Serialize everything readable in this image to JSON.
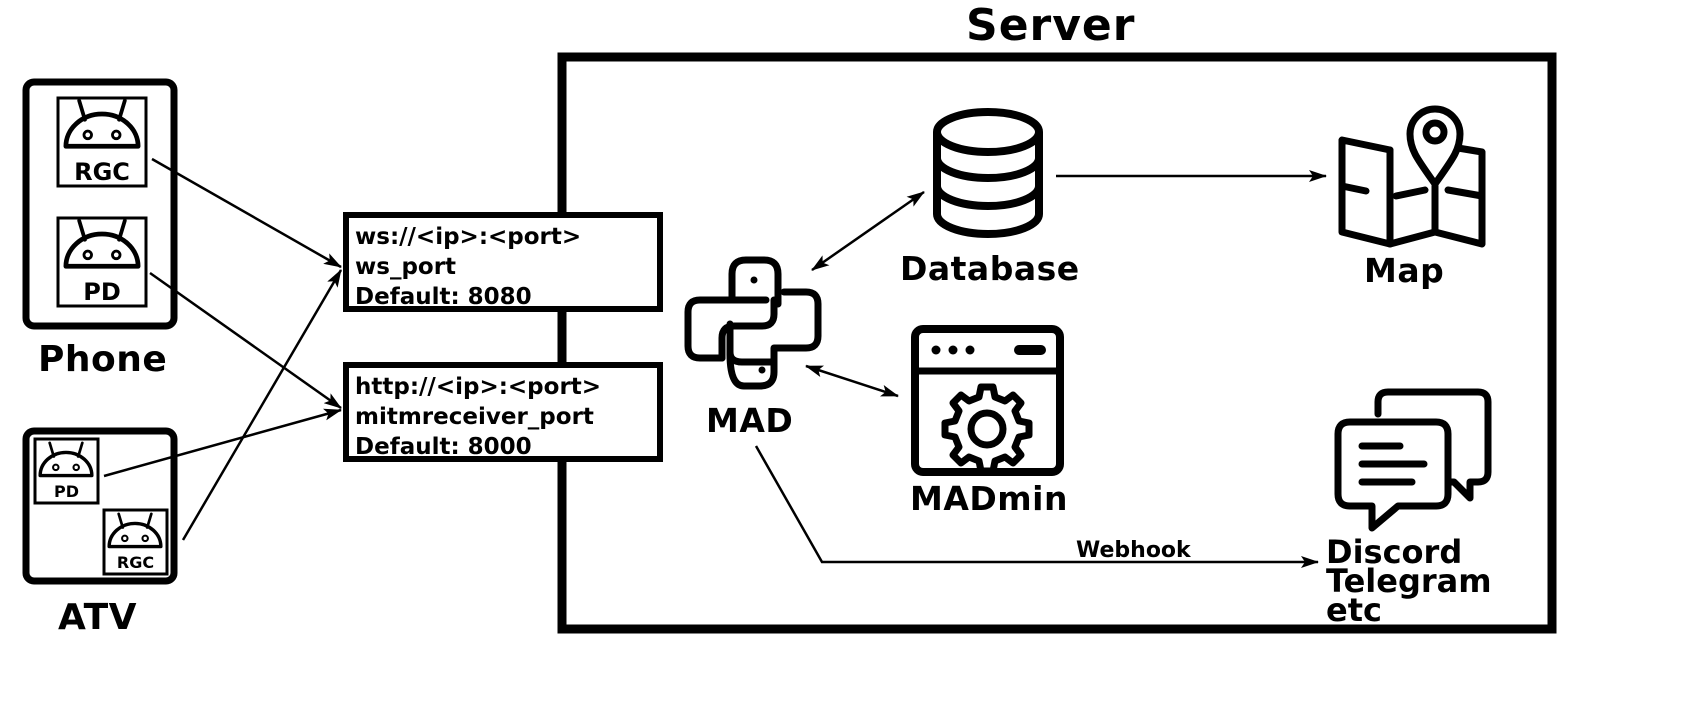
{
  "server": {
    "title": "Server"
  },
  "phone": {
    "label": "Phone",
    "apps": [
      "RGC",
      "PD"
    ]
  },
  "atv": {
    "label": "ATV",
    "apps": [
      "PD",
      "RGC"
    ]
  },
  "endpoints": [
    {
      "lines": [
        "ws://<ip>:<port>",
        "ws_port",
        "Default: 8080"
      ]
    },
    {
      "lines": [
        "http://<ip>:<port>",
        "mitmreceiver_port",
        "Default: 8000"
      ]
    }
  ],
  "nodes": {
    "mad": "MAD",
    "database": "Database",
    "madmin": "MADmin",
    "map": "Map",
    "notify": [
      "Discord",
      "Telegram",
      "etc"
    ]
  },
  "edges": {
    "webhook": "Webhook"
  },
  "icons": {
    "android": "android-robot-icon",
    "python": "python-logo-icon",
    "database": "database-cylinder-icon",
    "madmin": "browser-window-gear-icon",
    "map": "folded-map-pin-icon",
    "chat": "chat-bubbles-icon"
  }
}
